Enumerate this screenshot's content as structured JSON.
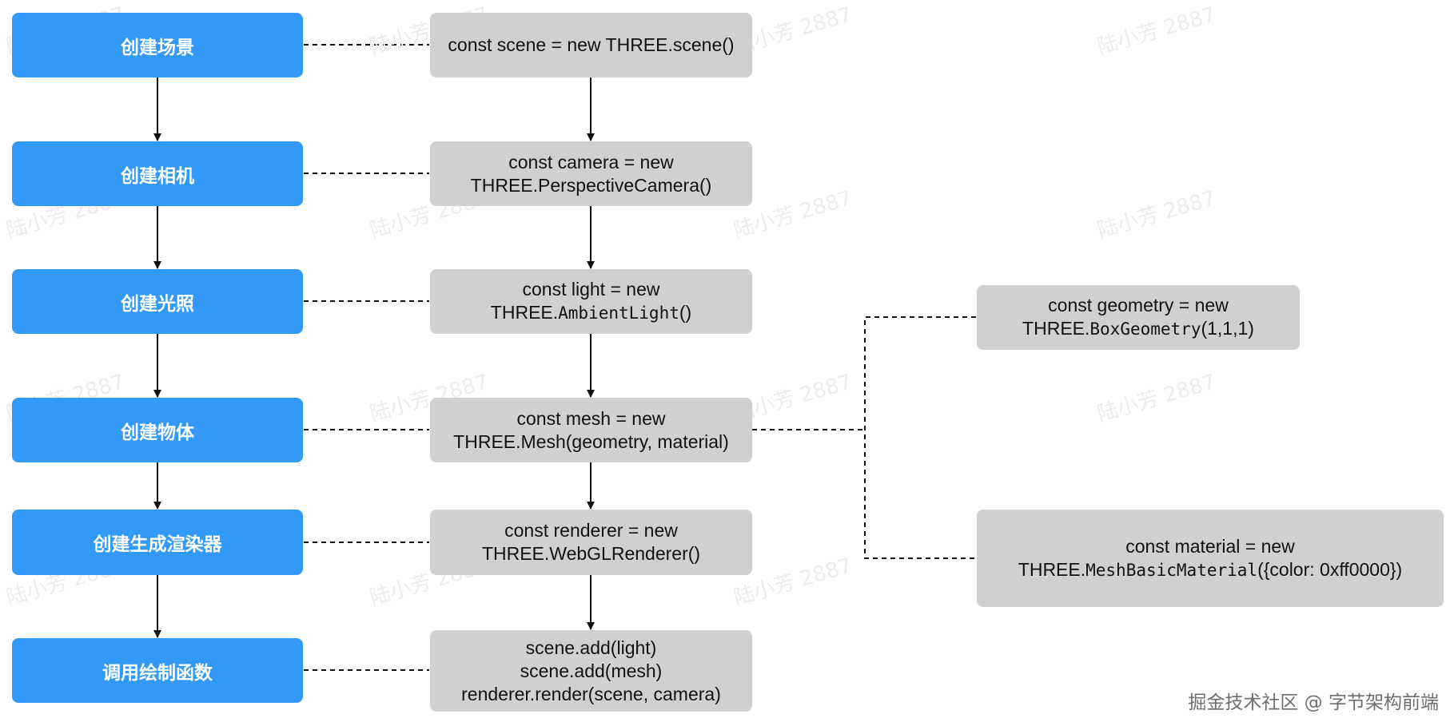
{
  "watermark_text": "陆小芳 2887",
  "credit": "掘金技术社区 @ 字节架构前端",
  "steps": [
    {
      "label": "创建场景"
    },
    {
      "label": "创建相机"
    },
    {
      "label": "创建光照"
    },
    {
      "label": "创建物体"
    },
    {
      "label": "创建生成渲染器"
    },
    {
      "label": "调用绘制函数"
    }
  ],
  "code": [
    {
      "line1": "const scene = new THREE.scene()"
    },
    {
      "line1": "const camera = new",
      "line2": "THREE.PerspectiveCamera()"
    },
    {
      "line1": "const light = new",
      "line2_prefix": "THREE.",
      "line2_mono": "AmbientLight",
      "line2_suffix": "()"
    },
    {
      "line1": "const mesh = new",
      "line2": "THREE.Mesh(geometry, material)"
    },
    {
      "line1": "const renderer = new",
      "line2": "THREE.WebGLRenderer()"
    },
    {
      "line1": "scene.add(light)",
      "line2": "scene.add(mesh)",
      "line3": "renderer.render(scene, camera)"
    }
  ],
  "deps": {
    "geometry": {
      "line1": "const geometry = new",
      "line2_prefix": "THREE.",
      "line2_mono": "BoxGeometry",
      "line2_suffix": "(1,1,1)"
    },
    "material": {
      "line1": "const material = new",
      "line2_prefix": "THREE.",
      "line2_mono": "MeshBasicMaterial",
      "line2_suffix": "({color: 0xff0000})"
    }
  },
  "colors": {
    "step_fill": "#3399f7",
    "code_fill": "#d0d0d0",
    "connector": "#111111"
  }
}
